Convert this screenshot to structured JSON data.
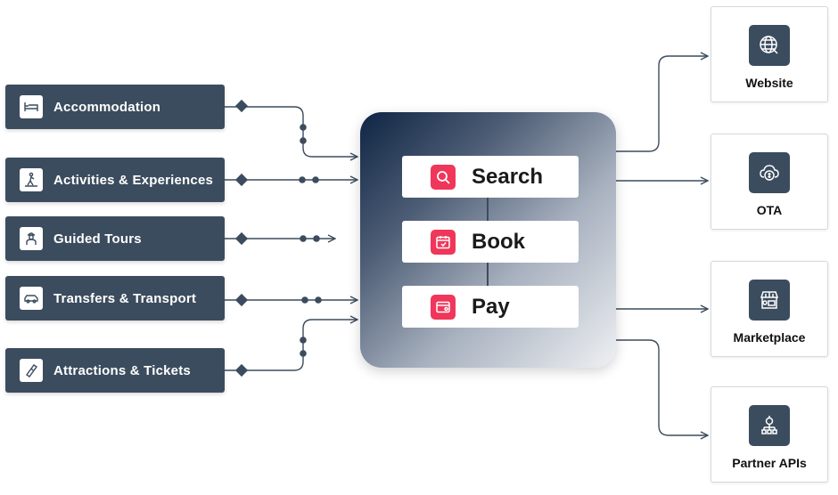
{
  "sources": [
    {
      "label": "Accommodation",
      "icon": "bed-icon"
    },
    {
      "label": "Activities & Experiences",
      "icon": "hiker-icon"
    },
    {
      "label": "Guided Tours",
      "icon": "tour-guide-icon"
    },
    {
      "label": "Transfers & Transport",
      "icon": "car-icon"
    },
    {
      "label": "Attractions & Tickets",
      "icon": "ticket-icon"
    }
  ],
  "hub_steps": [
    {
      "label": "Search",
      "icon": "search-icon"
    },
    {
      "label": "Book",
      "icon": "calendar-check-icon"
    },
    {
      "label": "Pay",
      "icon": "wallet-icon"
    }
  ],
  "destinations": [
    {
      "label": "Website",
      "icon": "globe-icon"
    },
    {
      "label": "OTA",
      "icon": "cloud-dollar-icon"
    },
    {
      "label": "Marketplace",
      "icon": "storefront-icon"
    },
    {
      "label": "Partner APIs",
      "icon": "api-network-icon"
    }
  ],
  "colors": {
    "box_fill": "#3b4c5e",
    "accent": "#f0365a",
    "hub_gradient_start": "#0f2544",
    "hub_gradient_end": "#eef0f3",
    "wire": "#3b4c5e"
  }
}
